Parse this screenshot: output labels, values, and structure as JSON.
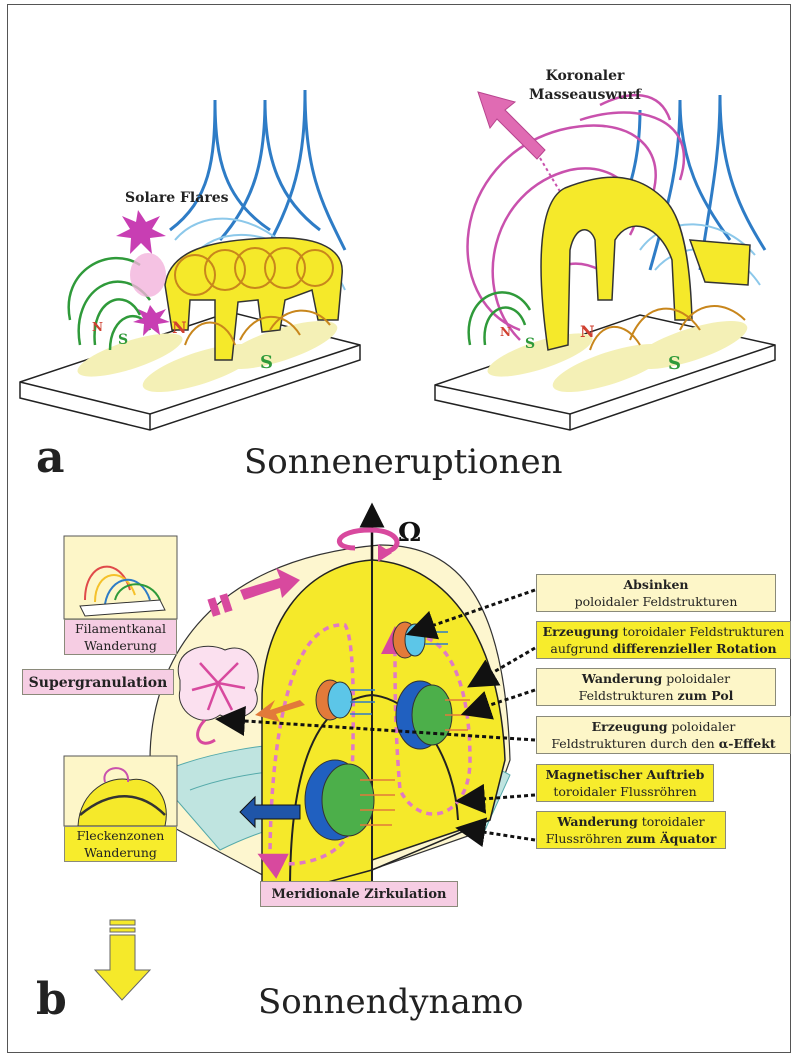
{
  "panel_a": {
    "letter": "a",
    "title": "Sonneneruptionen",
    "label_flares": "Solare Flares",
    "label_cme_1": "Koronaler",
    "label_cme_2": "Masseauswurf",
    "pole_n": "N",
    "pole_s": "S"
  },
  "panel_b": {
    "letter": "b",
    "title": "Sonnendynamo",
    "omega": "Ω",
    "inset_filament": {
      "line1": "Filamentkanal",
      "line2": "Wanderung"
    },
    "inset_sunspot": {
      "line1": "Fleckenzonen",
      "line2": "Wanderung"
    },
    "label_supergranulation": "Supergranulation",
    "label_meridional": "Meridionale Zirkulation",
    "boxes": [
      {
        "bold_a": "Absinken",
        "text_a": "",
        "line2": "poloidaler Feldstrukturen",
        "bold_b": ""
      },
      {
        "bold_a": "Erzeugung",
        "text_a": " toroidaler Feldstrukturen",
        "line2": "aufgrund ",
        "bold_b": "differenzieller Rotation"
      },
      {
        "bold_a": "Wanderung",
        "text_a": " poloidaler",
        "line2": "Feldstrukturen ",
        "bold_b": "zum Pol"
      },
      {
        "bold_a": "Erzeugung",
        "text_a": " poloidaler",
        "line2": "Feldstrukturen durch den ",
        "bold_b": "α-Effekt"
      },
      {
        "bold_a": "Magnetischer Auftrieb",
        "text_a": "",
        "line2": "toroidaler Flussröhren",
        "bold_b": ""
      },
      {
        "bold_a": "Wanderung",
        "text_a": " toroidaler",
        "line2": "Flussröhren ",
        "bold_b": "zum Äquator"
      }
    ]
  },
  "colors": {
    "yellow": "#f5e92a",
    "pale_yellow": "#fdf6c8",
    "magenta": "#d8499e",
    "blue_field": "#2e7cc6",
    "green_field": "#2f9a3a",
    "orange_field": "#c8861c"
  }
}
